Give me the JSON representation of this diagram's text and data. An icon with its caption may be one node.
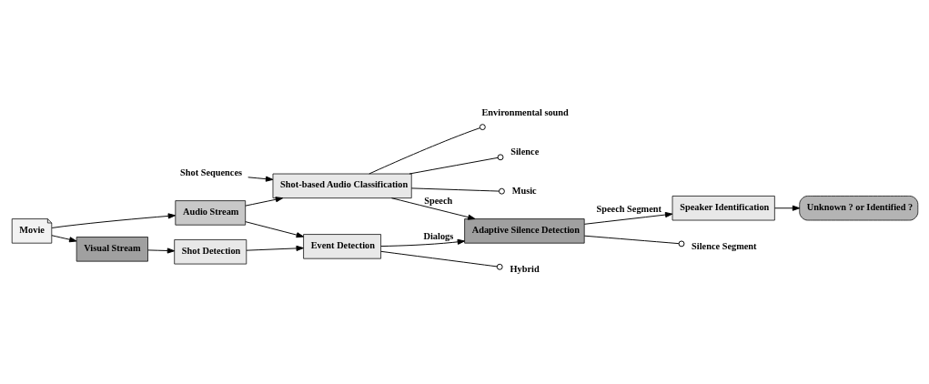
{
  "diagram": {
    "nodes": [
      {
        "text": [
          "Movie"
        ]
      },
      {
        "text": [
          "Audio Stream"
        ]
      },
      {
        "text": [
          "Visual Stream"
        ]
      },
      {
        "text": [
          "Shot Sequences"
        ]
      },
      {
        "text": [
          "Shot-based Audio Classification"
        ]
      },
      {
        "text": [
          "Environmental sound"
        ]
      },
      {
        "text": [
          "Silence"
        ]
      },
      {
        "text": [
          "Music"
        ]
      },
      {
        "text": [
          "Event Detection"
        ]
      },
      {
        "text": [
          "Hybrid"
        ]
      },
      {
        "text": [
          "Shot Detection"
        ]
      },
      {
        "text": [
          "Adaptive Silence Detection"
        ]
      },
      {
        "text": [
          "Speaker Identification"
        ]
      },
      {
        "text": [
          "Silence Segment"
        ]
      },
      {
        "text": [
          "Unknown ? or Identified ?"
        ]
      }
    ],
    "edges": [
      {
        "from": 0,
        "to": 1,
        "arrow": "to"
      },
      {
        "from": 0,
        "to": 2,
        "arrow": "to"
      },
      {
        "from": 3,
        "to": 4,
        "arrow": "to"
      },
      {
        "from": 1,
        "to": 4,
        "arrow": "to"
      },
      {
        "from": 1,
        "to": 8,
        "arrow": "to"
      },
      {
        "from": 2,
        "to": 10,
        "arrow": "to"
      },
      {
        "from": 10,
        "to": 8,
        "arrow": "to"
      },
      {
        "from": 4,
        "to": 5,
        "arrow": "other"
      },
      {
        "from": 4,
        "to": 6,
        "arrow": "other"
      },
      {
        "from": 4,
        "to": 7,
        "arrow": "other"
      },
      {
        "from": 4,
        "to": 11,
        "arrow": "to",
        "label": "Speech"
      },
      {
        "from": 8,
        "to": 9,
        "arrow": "other"
      },
      {
        "from": 8,
        "to": 11,
        "arrow": "to",
        "label": "Dialogs"
      },
      {
        "from": 11,
        "to": 12,
        "arrow": "to",
        "label": "Speech Segment"
      },
      {
        "from": 11,
        "to": 13,
        "arrow": "other"
      },
      {
        "from": 12,
        "to": 14,
        "arrow": "to"
      }
    ]
  }
}
